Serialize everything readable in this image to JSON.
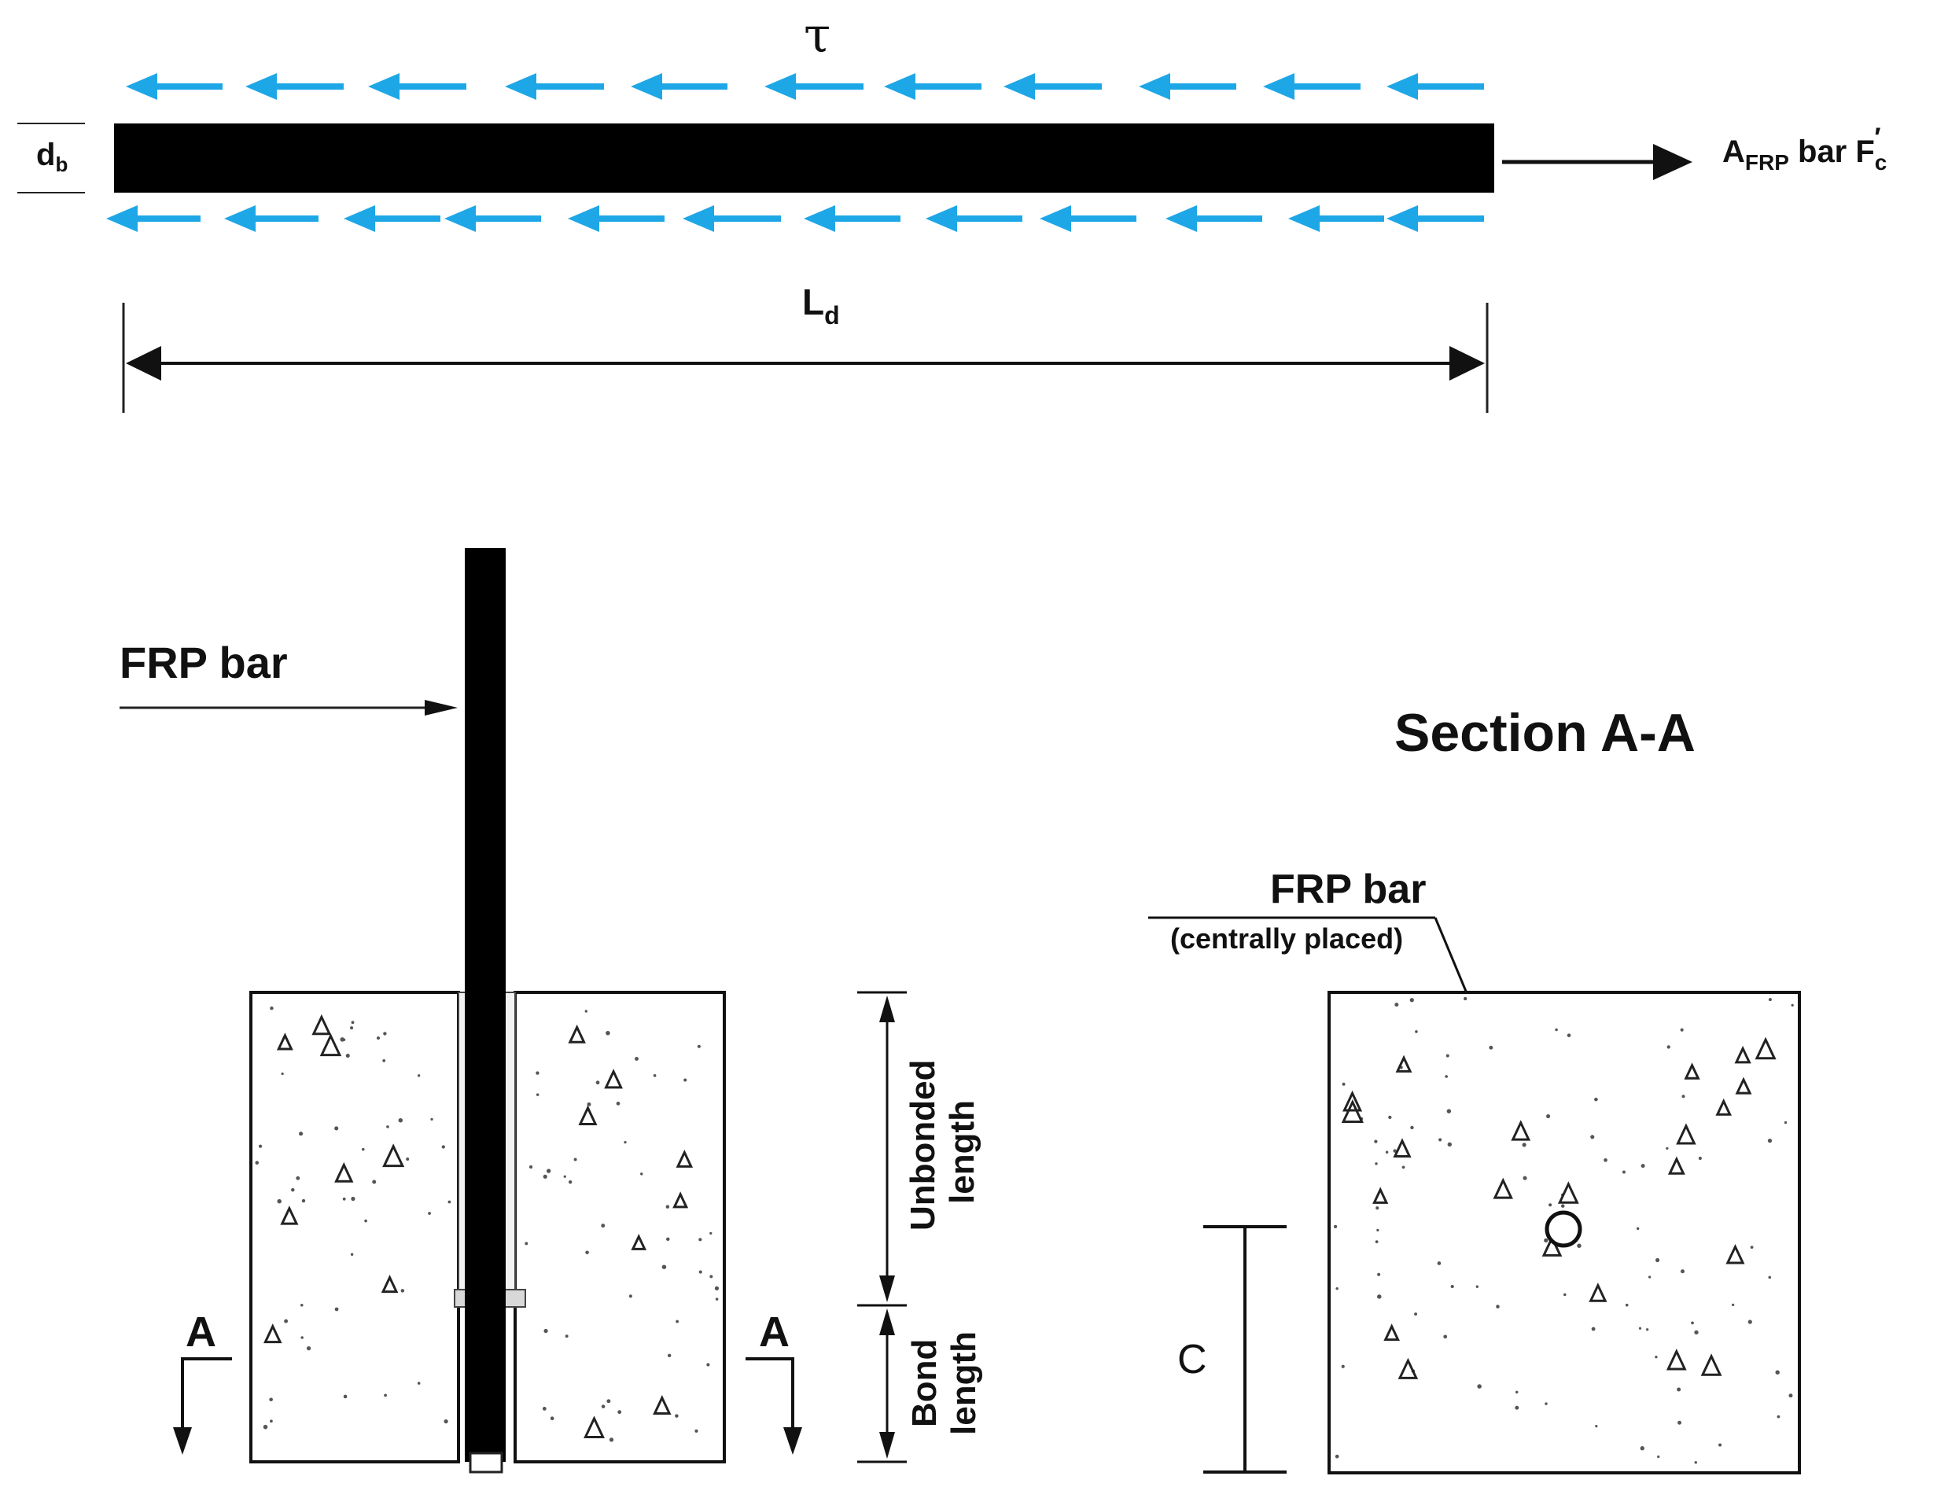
{
  "pullout_diagram": {
    "tau_label": "τ",
    "bar_diameter_label": {
      "main": "d",
      "sub": "b"
    },
    "force_label": {
      "main": "A",
      "sub": "FRP",
      "mid": " bar F",
      "sup": "c",
      "prime": "′"
    },
    "development_length_label": {
      "main": "L",
      "sub": "d"
    },
    "bond_stress_arrow_color": "#1ea7e6",
    "bar_color": "#000000"
  },
  "specimen_elevation": {
    "frp_bar_label": "FRP bar",
    "section_mark_left": "A",
    "section_mark_right": "A",
    "unbonded_label_line1": "Unbonded",
    "unbonded_label_line2": "length",
    "bond_label_line1": "Bond",
    "bond_label_line2": "length"
  },
  "section_aa": {
    "title": "Section A-A",
    "frp_bar_label": "FRP bar",
    "frp_bar_note": "(centrally placed)",
    "cover_label": "C"
  }
}
